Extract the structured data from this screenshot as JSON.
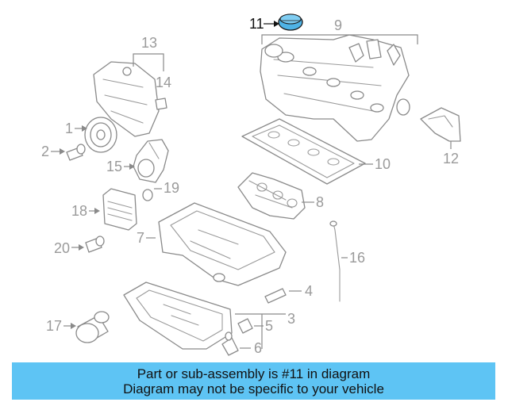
{
  "diagram": {
    "callouts": {
      "c1": "1",
      "c2": "2",
      "c3": "3",
      "c4": "4",
      "c5": "5",
      "c6": "6",
      "c7": "7",
      "c8": "8",
      "c9": "9",
      "c10": "10",
      "c11": "11",
      "c12": "12",
      "c13": "13",
      "c14": "14",
      "c15": "15",
      "c16": "16",
      "c17": "17",
      "c18": "18",
      "c19": "19",
      "c20": "20"
    },
    "highlighted_part": "11",
    "colors": {
      "highlight": "#4fb3e6",
      "line": "#8a8a8a",
      "label": "#9a9a9a",
      "banner": "#5ec4f4"
    }
  },
  "banner": {
    "line1": "Part or sub-assembly is #11 in diagram",
    "line2": "Diagram may not be specific to your vehicle"
  }
}
